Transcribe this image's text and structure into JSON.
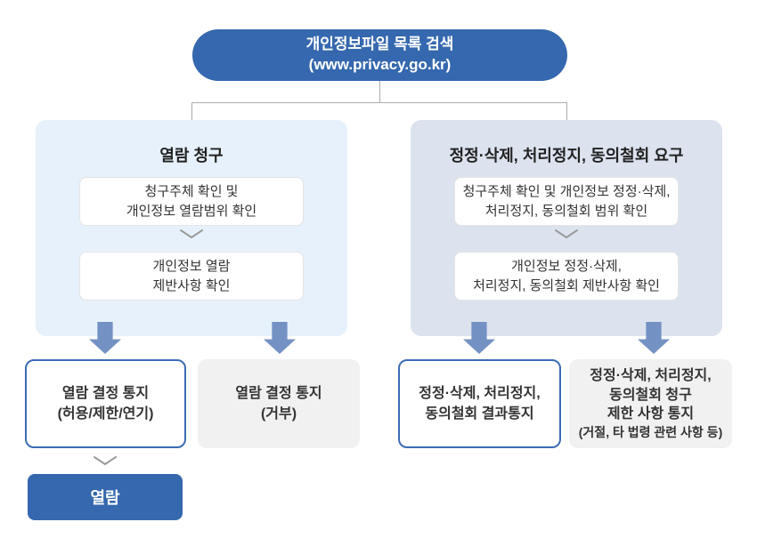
{
  "root": {
    "title": "개인정보파일 목록 검색",
    "url": "(www.privacy.go.kr)"
  },
  "left_branch": {
    "title": "열람 청구",
    "step1_line1": "청구주체 확인 및",
    "step1_line2": "개인정보 열람범위 확인",
    "step2_line1": "개인정보 열람",
    "step2_line2": "제반사항 확인"
  },
  "right_branch": {
    "title": "정정·삭제, 처리정지, 동의철회 요구",
    "step1_line1": "청구주체 확인 및 개인정보 정정·삭제,",
    "step1_line2": "처리정지, 동의철회 범위 확인",
    "step2_line1": "개인정보 정정·삭제,",
    "step2_line2": "처리정지, 동의철회 제반사항 확인"
  },
  "outcomes": {
    "view_decision_line1": "열람 결정 통지",
    "view_decision_line2": "(허용/제한/연기)",
    "view_denied_line1": "열람 결정 통지",
    "view_denied_line2": "(거부)",
    "correction_result_line1": "정정·삭제, 처리정지,",
    "correction_result_line2": "동의철회 결과통지",
    "correction_limit_line1": "정정·삭제, 처리정지,",
    "correction_limit_line2": "동의철회 청구",
    "correction_limit_line3": "제한 사항 통지",
    "correction_limit_line4": "(거절, 타 법령 관련 사항 등)"
  },
  "final": {
    "label": "열람"
  },
  "icons": {
    "chevron_down": "chevron-down-icon",
    "arrow_down": "arrow-down-icon"
  },
  "colors": {
    "primary_blue": "#3568AE",
    "arrow_blue": "#7491C4",
    "left_panel_bg": "#E7F1FB",
    "right_panel_bg": "#DCE3EF",
    "outcome_border_blue": "#3B6CB5",
    "gray_box_bg": "#F1F1F1",
    "connector_gray": "#ABABAB",
    "text_dark": "#333333"
  }
}
